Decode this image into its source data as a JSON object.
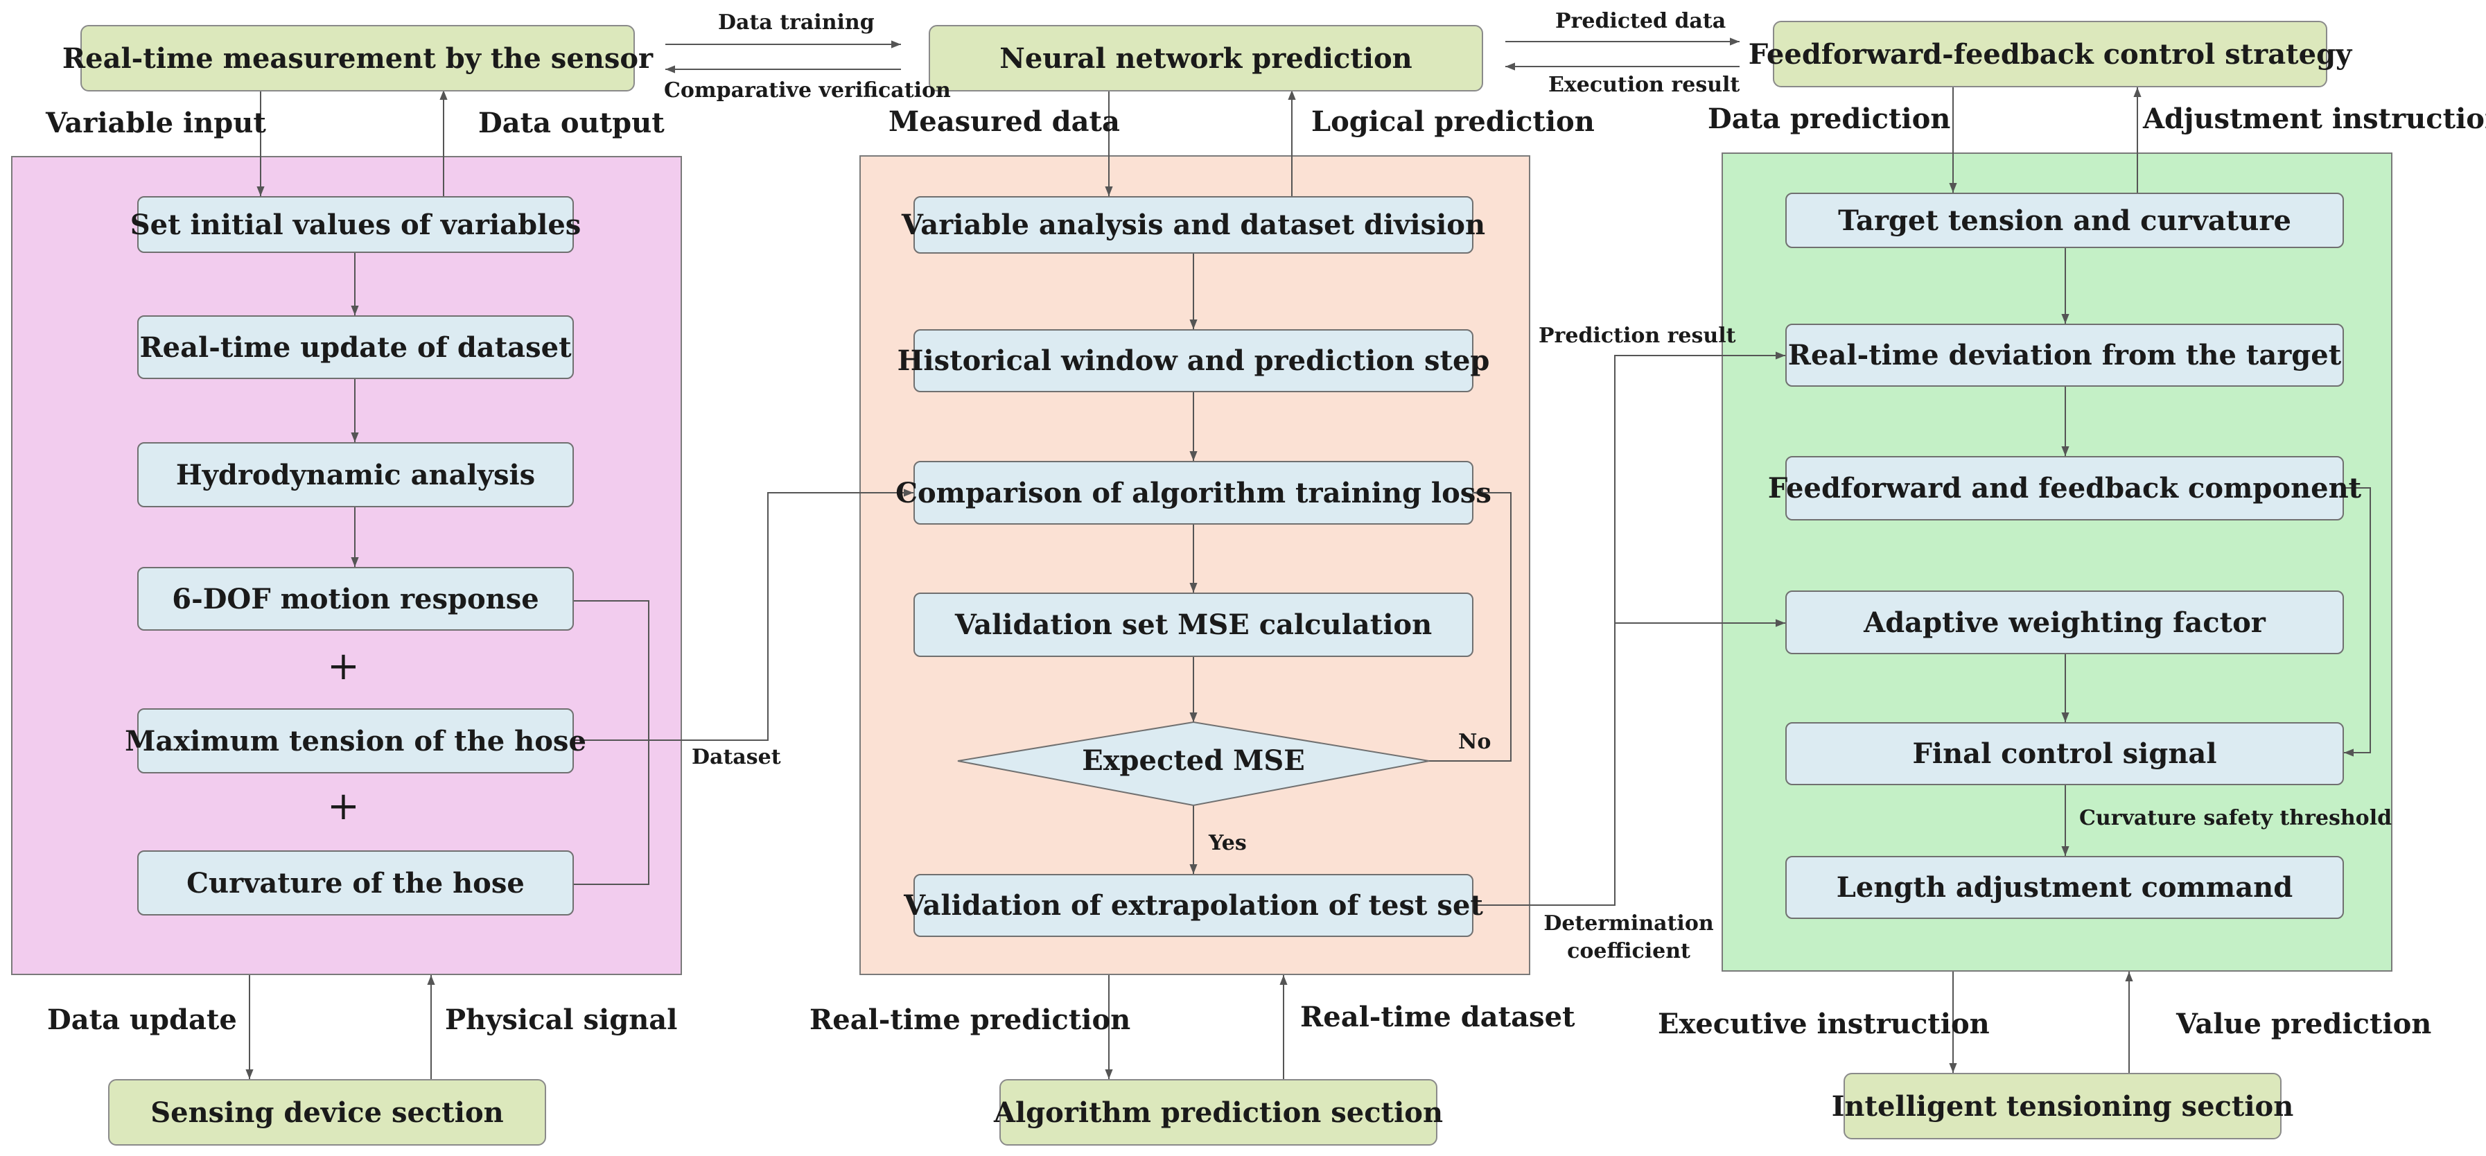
{
  "headers": {
    "sensor": "Real-time measurement by the sensor",
    "neural": "Neural network prediction",
    "control": "Feedforward-feedback control strategy",
    "sensing_section": "Sensing device section",
    "algorithm_section": "Algorithm prediction section",
    "tensioning_section": "Intelligent tensioning section"
  },
  "left_steps": [
    "Set initial values of variables",
    "Real-time update of dataset",
    "Hydrodynamic analysis",
    "6-DOF motion response",
    "Maximum tension of the hose",
    "Curvature of the hose"
  ],
  "plus": "+",
  "mid_steps": [
    "Variable analysis and dataset division",
    "Historical window and prediction step",
    "Comparison of algorithm training loss",
    "Validation set MSE calculation",
    "Validation of extrapolation of test set"
  ],
  "decision": "Expected MSE",
  "right_steps": [
    "Target tension and curvature",
    "Real-time deviation from the target",
    "Feedforward and feedback component",
    "Adaptive weighting factor",
    "Final control signal",
    "Length adjustment command"
  ],
  "labels": {
    "variable_input": "Variable input",
    "data_output": "Data output",
    "measured_data": "Measured data",
    "logical_prediction": "Logical prediction",
    "data_prediction": "Data prediction",
    "adjustment_instructions": "Adjustment instructions",
    "data_update": "Data update",
    "physical_signal": "Physical signal",
    "realtime_prediction": "Real-time prediction",
    "realtime_dataset": "Real-time dataset",
    "executive_instruction": "Executive instruction",
    "value_prediction": "Value prediction",
    "data_training": "Data training",
    "comparative_verification": "Comparative verification",
    "predicted_data": "Predicted data",
    "execution_result": "Execution result",
    "dataset": "Dataset",
    "no": "No",
    "yes": "Yes",
    "prediction_result": "Prediction result",
    "determination_1": "Determination",
    "determination_2": "coefficient",
    "curvature_safety": "Curvature safety threshold"
  },
  "colors": {
    "header_fill": "#dce8bc",
    "step_fill": "#dcebf2",
    "left_panel": "#f2ccee",
    "mid_panel": "#fbe1d4",
    "right_panel": "#c4f0c6"
  }
}
